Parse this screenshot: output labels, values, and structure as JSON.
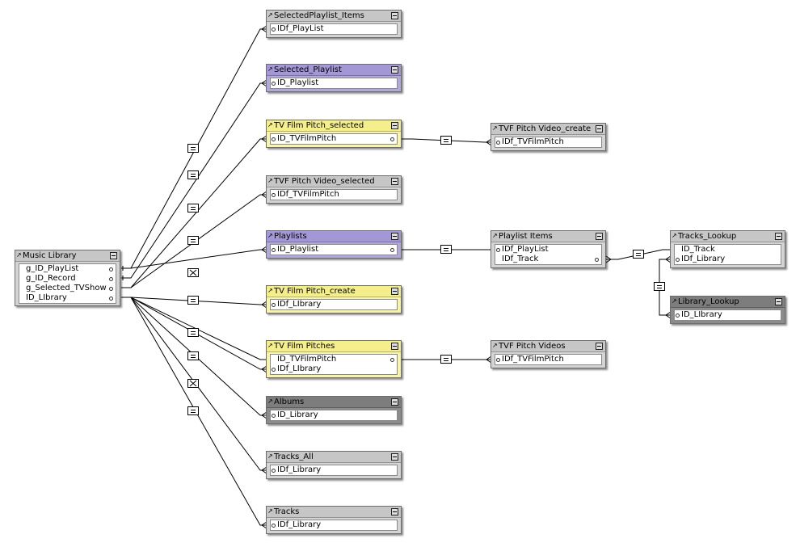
{
  "tables": {
    "music_library": {
      "title": "Music Library",
      "fields": [
        "g_ID_PlayList",
        "g_ID_Record",
        "g_Selected_TVShow",
        "ID_LIbrary"
      ]
    },
    "selected_playlist_items": {
      "title": "SelectedPlaylist_Items",
      "fields": [
        "IDf_PlayList"
      ]
    },
    "selected_playlist": {
      "title": "Selected_Playlist",
      "fields": [
        "ID_Playlist"
      ]
    },
    "tv_film_pitch_selected": {
      "title": "TV Film Pitch_selected",
      "fields": [
        "ID_TVFilmPitch"
      ]
    },
    "tvf_pitch_video_selected": {
      "title": "TVF Pitch Video_selected",
      "fields": [
        "IDf_TVFilmPitch"
      ]
    },
    "playlists": {
      "title": "Playlists",
      "fields": [
        "ID_Playlist"
      ]
    },
    "tv_film_pitch_create": {
      "title": "TV Film Pitch_create",
      "fields": [
        "IDf_LIbrary"
      ]
    },
    "tv_film_pitches": {
      "title": "TV Film Pitches",
      "fields": [
        "ID_TVFilmPitch",
        "IDf_LIbrary"
      ]
    },
    "albums": {
      "title": "Albums",
      "fields": [
        "ID_Library"
      ]
    },
    "tracks_all": {
      "title": "Tracks_All",
      "fields": [
        "IDf_Library"
      ]
    },
    "tracks": {
      "title": "Tracks",
      "fields": [
        "IDf_Library"
      ]
    },
    "tvf_pitch_video_create": {
      "title": "TVF Pitch Video_create",
      "fields": [
        "IDf_TVFilmPitch"
      ]
    },
    "playlist_items": {
      "title": "Playlist Items",
      "fields": [
        "IDf_PlayList",
        "IDf_Track"
      ]
    },
    "tvf_pitch_videos": {
      "title": "TVF Pitch Videos",
      "fields": [
        "IDf_TVFilmPitch"
      ]
    },
    "tracks_lookup": {
      "title": "Tracks_Lookup",
      "fields": [
        "ID_Track",
        "IDf_Library"
      ]
    },
    "library_lookup": {
      "title": "Library_Lookup",
      "fields": [
        "ID_LIbrary"
      ]
    }
  },
  "relationship_operators": [
    "=",
    "=",
    "=",
    "=",
    "×",
    "=",
    "=",
    "=",
    "×",
    "=",
    "=",
    "=",
    "=",
    "="
  ],
  "colors": {
    "gray": "#d4d4d4",
    "purple": "#b3a8dc",
    "yellow": "#f8f4a8",
    "dark": "#8c8c8c",
    "line": "#000000"
  }
}
